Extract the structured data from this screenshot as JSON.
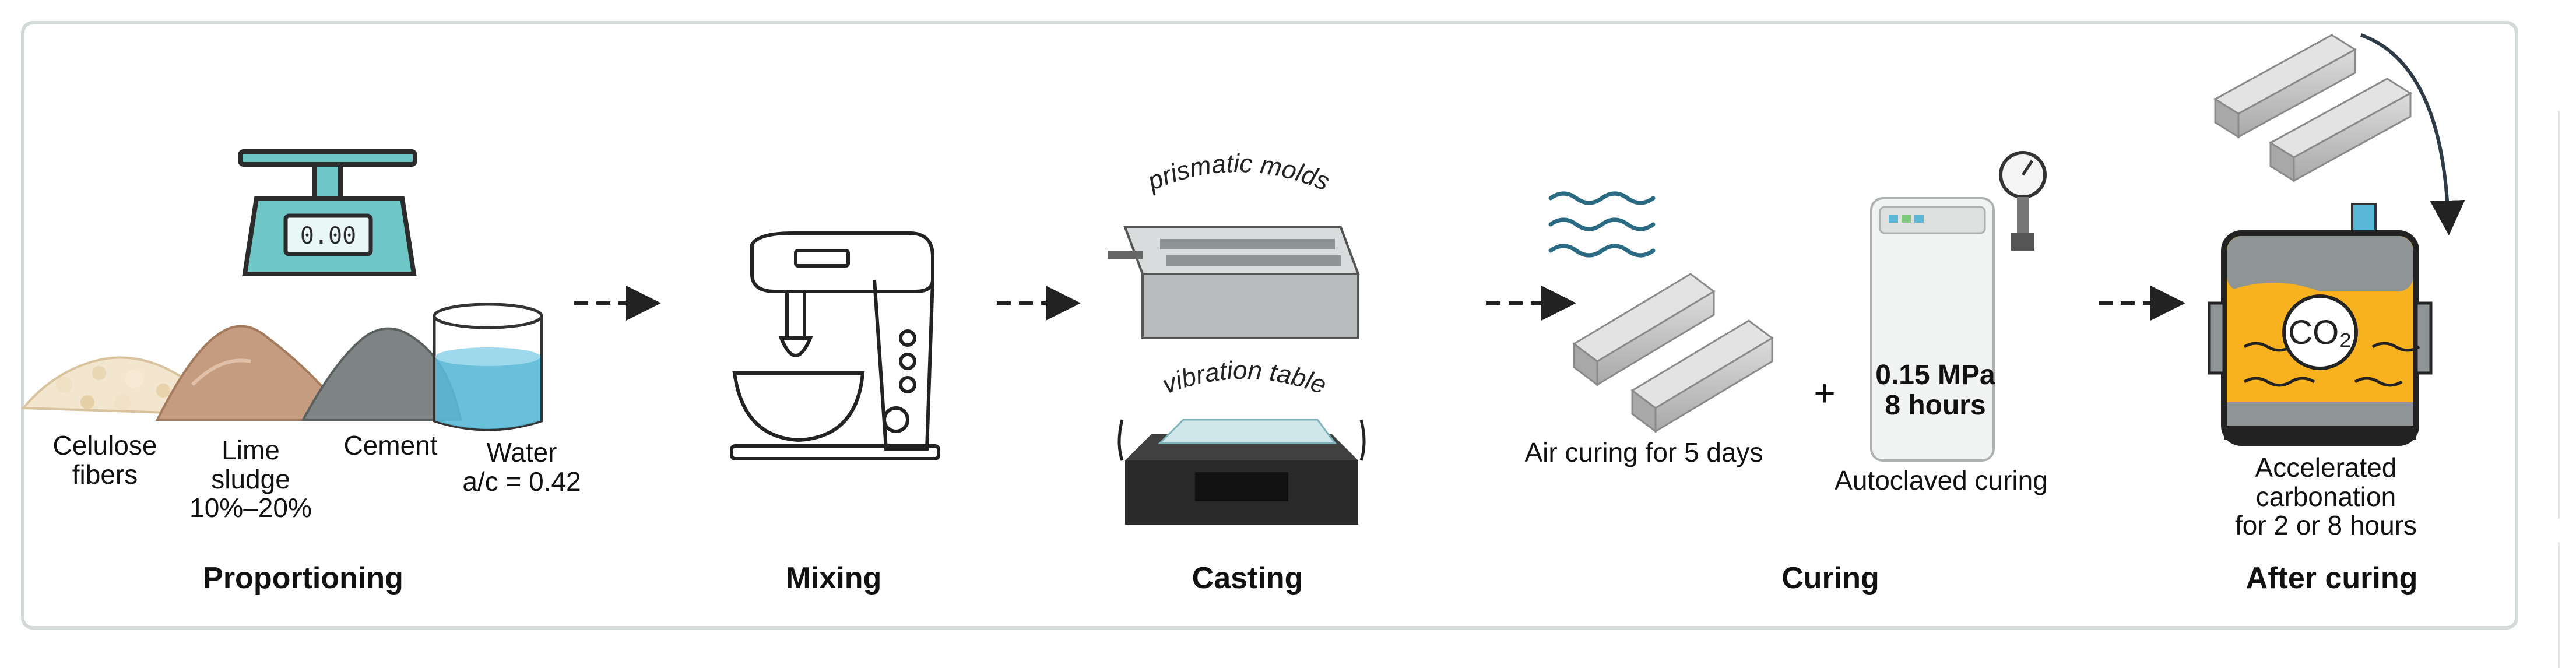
{
  "labels": {
    "cellulose": "Celulose\nfibers",
    "lime": "Lime\nsludge\n10%–20%",
    "cement": "Cement",
    "water": "Water\na/c = 0.42",
    "scale_display": "0.00",
    "molds": "prismatic molds",
    "vibration": "vibration table",
    "air_curing": "Air curing for 5 days",
    "plus": "+",
    "pressure": "0.15 MPa\n8 hours",
    "autoclaved": "Autoclaved curing",
    "co2": "CO₂",
    "carbonation": "Accelerated\ncarbonation\nfor 2 or 8 hours"
  },
  "steps": [
    "Proportioning",
    "Mixing",
    "Casting",
    "Curing",
    "After curing"
  ],
  "colors": {
    "frame": "#d3d8d8",
    "scale": "#6ec6c6",
    "water": "#5ab8d6",
    "carbonation_fill": "#f8b21f",
    "specimen": "#c9c9c9",
    "arrow": "#222222"
  }
}
